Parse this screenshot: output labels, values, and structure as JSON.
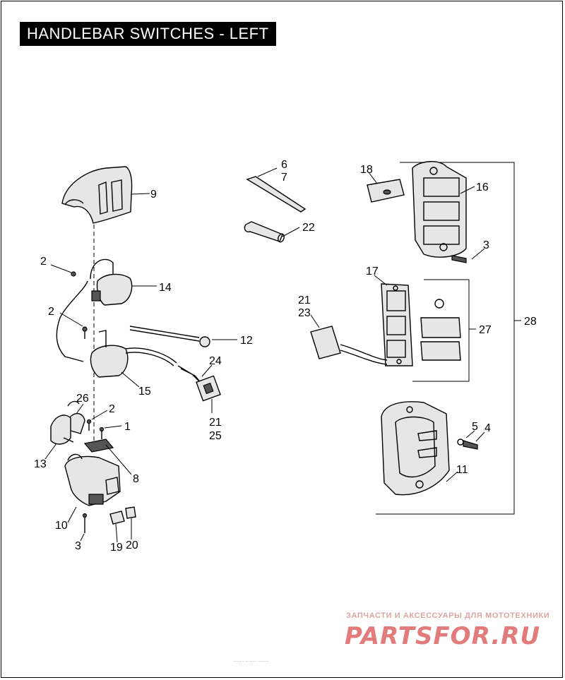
{
  "title": "HANDLEBAR SWITCHES - LEFT",
  "labels": {
    "p1": "1",
    "p2a": "2",
    "p2b": "2",
    "p2c": "2",
    "p3a": "3",
    "p3b": "3",
    "p4": "4",
    "p5": "5",
    "p6": "6",
    "p7": "7",
    "p8": "8",
    "p9": "9",
    "p10": "10",
    "p11": "11",
    "p12": "12",
    "p13": "13",
    "p14": "14",
    "p15": "15",
    "p16": "16",
    "p17": "17",
    "p18": "18",
    "p19": "19",
    "p20": "20",
    "p21a": "21",
    "p21b": "21",
    "p22": "22",
    "p23": "23",
    "p24": "24",
    "p25": "25",
    "p26": "26",
    "p27": "27",
    "p28": "28"
  },
  "watermark": {
    "tagline": "ЗАПЧАСТИ И АКСЕССУАРЫ ДЛЯ МОТОТЕХНИКИ",
    "logo": "PARTSFOR.RU"
  },
  "footnote": "........ ........ ........"
}
